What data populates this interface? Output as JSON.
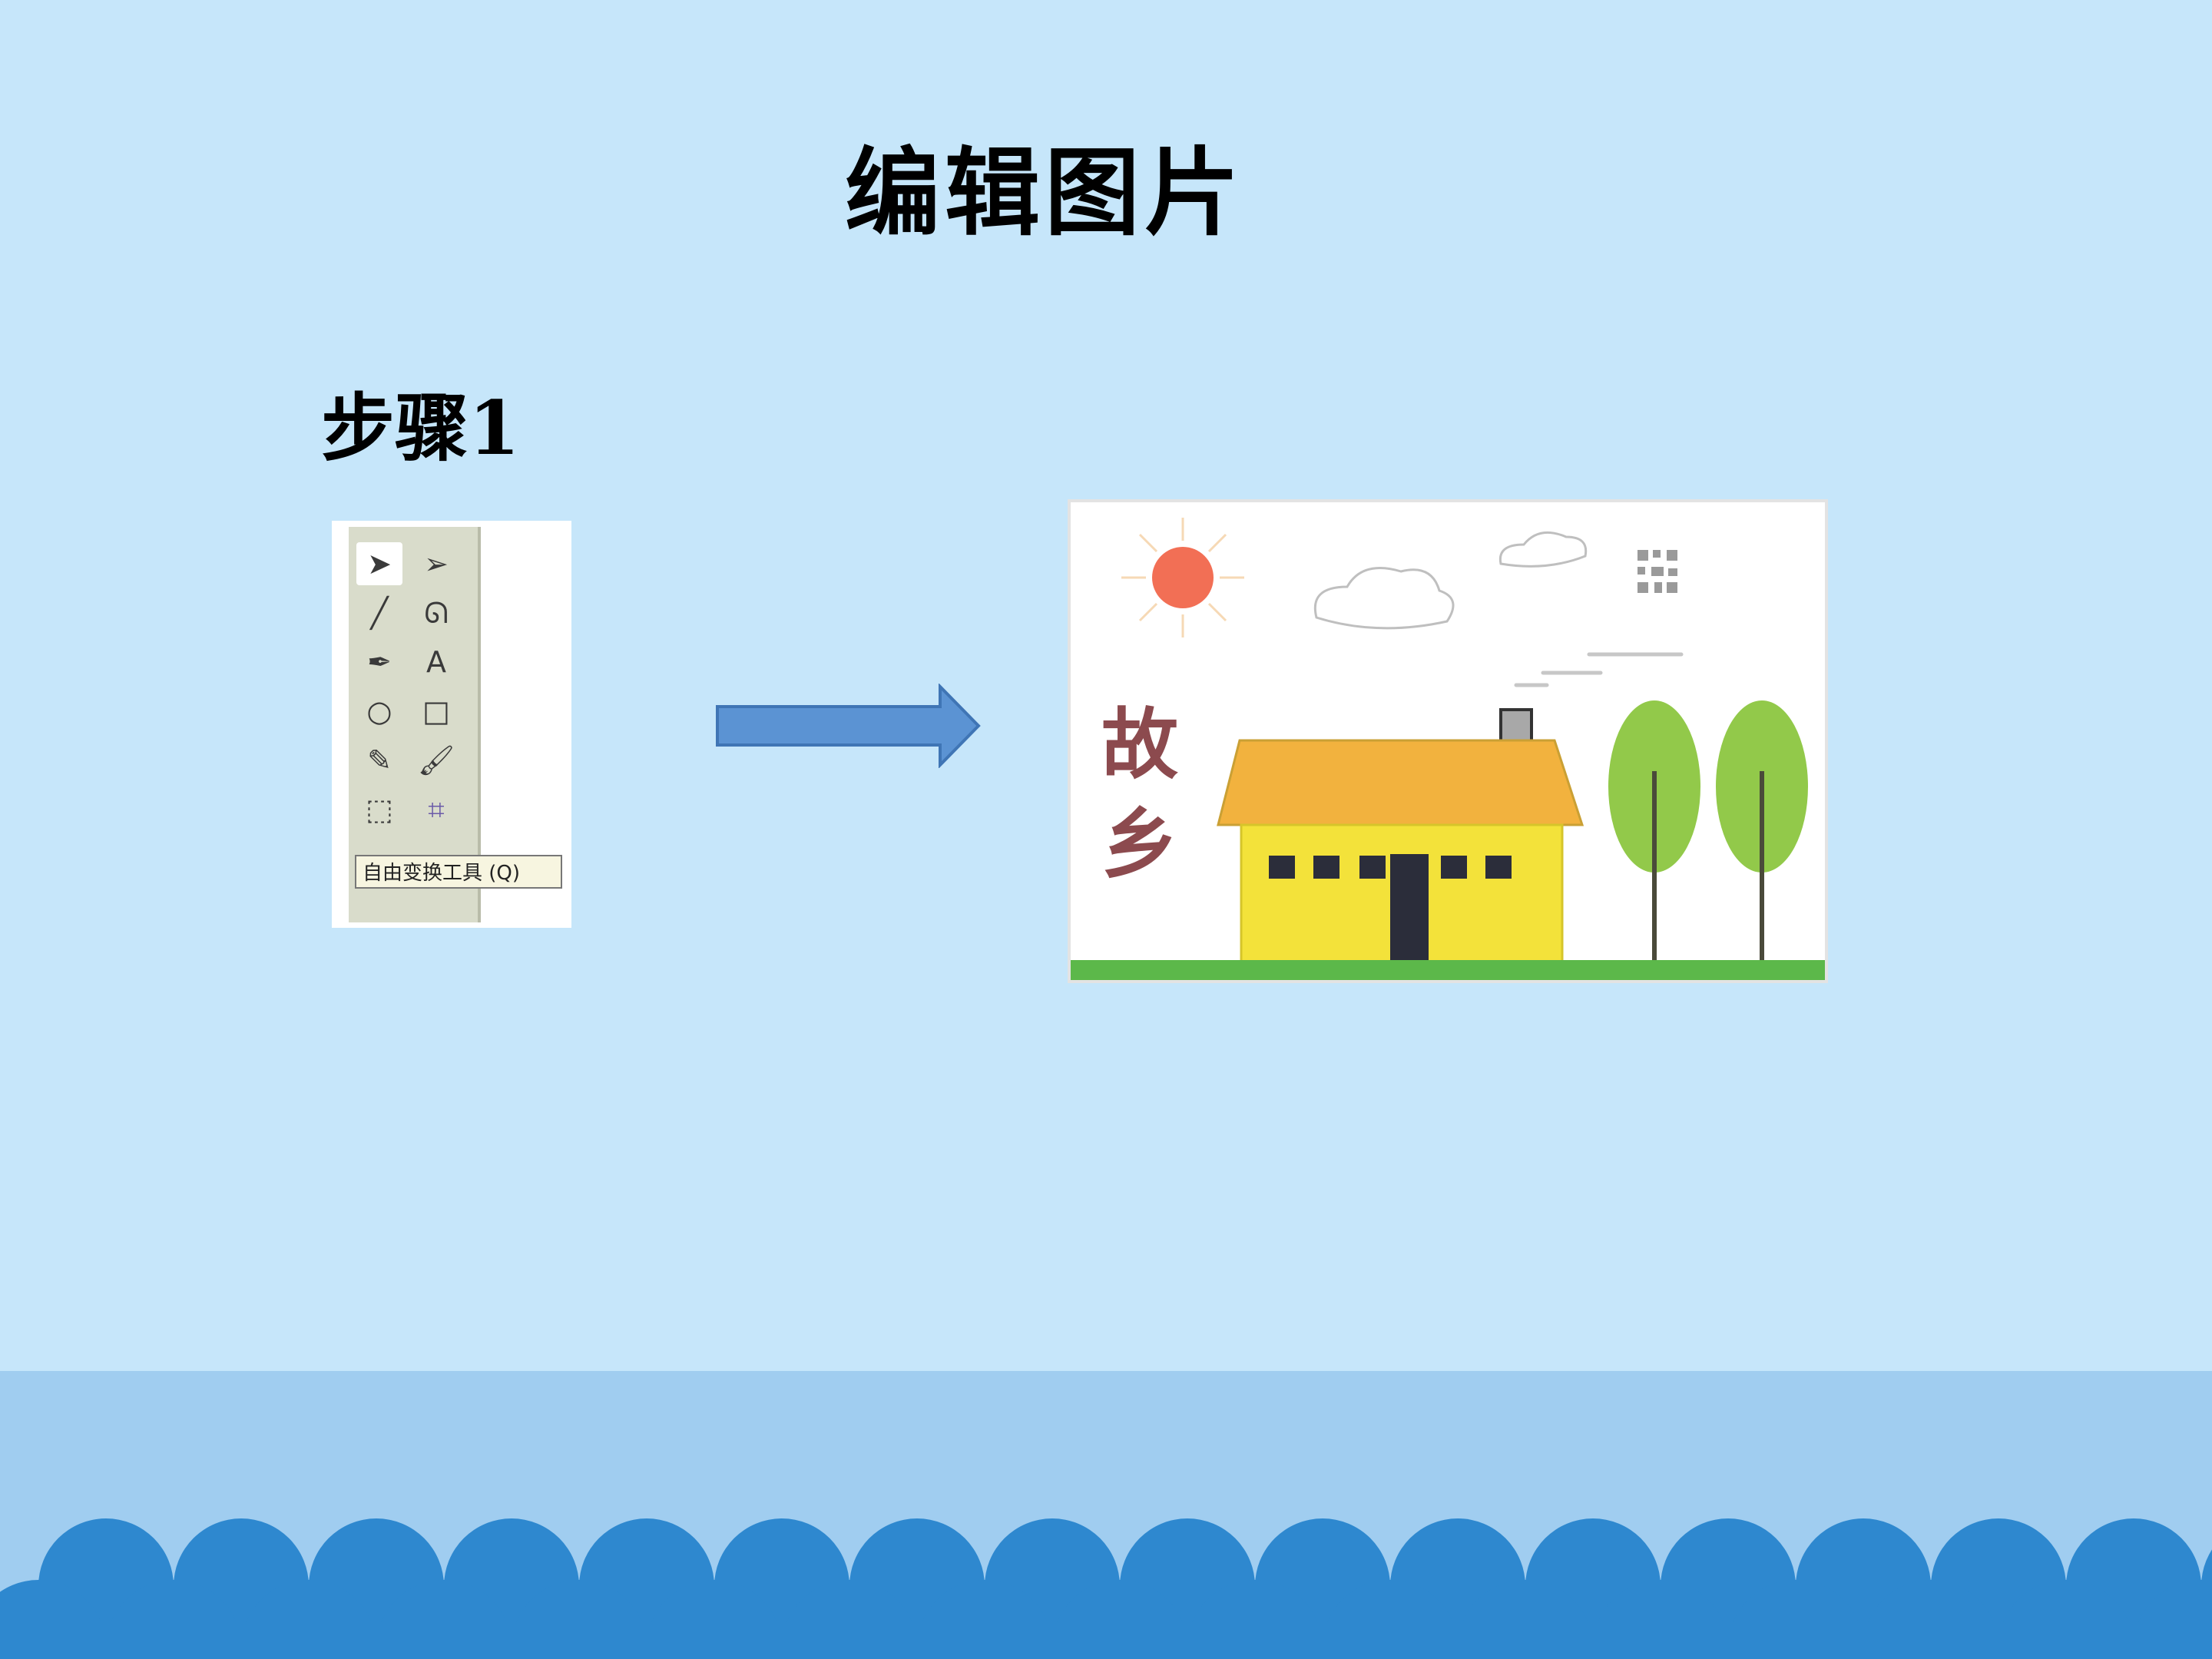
{
  "slide": {
    "title": "编辑图片",
    "step_label": "步骤1"
  },
  "toolbox": {
    "tooltip": "自由变换工具 (Q)",
    "tools": [
      {
        "name": "selection-tool-icon",
        "glyph": "➤"
      },
      {
        "name": "subselection-tool-icon",
        "glyph": "➢"
      },
      {
        "name": "line-tool-icon",
        "glyph": "╱"
      },
      {
        "name": "lasso-tool-icon",
        "glyph": "ᘏ"
      },
      {
        "name": "pen-tool-icon",
        "glyph": "✒"
      },
      {
        "name": "text-tool-icon",
        "glyph": "A"
      },
      {
        "name": "oval-tool-icon",
        "glyph": "○"
      },
      {
        "name": "rectangle-tool-icon",
        "glyph": "□"
      },
      {
        "name": "pencil-tool-icon",
        "glyph": "✎"
      },
      {
        "name": "brush-tool-icon",
        "glyph": "🖌"
      },
      {
        "name": "free-transform-tool-icon",
        "glyph": "⬚"
      },
      {
        "name": "fill-transform-tool-icon",
        "glyph": "⌗"
      }
    ]
  },
  "picture": {
    "text_line1": "故",
    "text_line2": "乡"
  },
  "colors": {
    "background": "#c6e6fa",
    "wave_band": "#a0cdf0",
    "wave": "#2e88cf",
    "arrow": "#5b93d3",
    "house_wall": "#f3e23a",
    "house_roof": "#f2b23e",
    "tree": "#92c94a",
    "sun": "#f26f55",
    "grass": "#5cb84a"
  }
}
